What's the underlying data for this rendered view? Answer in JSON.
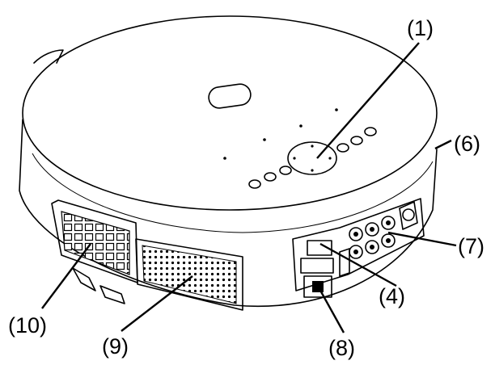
{
  "callouts": [
    {
      "id": "1",
      "text": "(1)"
    },
    {
      "id": "6",
      "text": "(6)"
    },
    {
      "id": "7",
      "text": "(7)"
    },
    {
      "id": "4",
      "text": "(4)"
    },
    {
      "id": "8",
      "text": "(8)"
    },
    {
      "id": "9",
      "text": "(9)"
    },
    {
      "id": "10",
      "text": "(10)"
    }
  ]
}
